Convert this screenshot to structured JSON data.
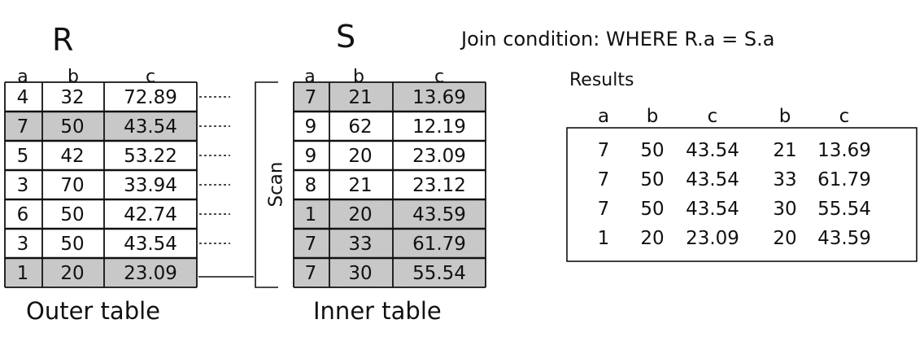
{
  "outer": {
    "title": "R",
    "columns": [
      "a",
      "b",
      "c"
    ],
    "rows": [
      {
        "a": "4",
        "b": "32",
        "c": "72.89",
        "highlight": false
      },
      {
        "a": "7",
        "b": "50",
        "c": "43.54",
        "highlight": true
      },
      {
        "a": "5",
        "b": "42",
        "c": "53.22",
        "highlight": false
      },
      {
        "a": "3",
        "b": "70",
        "c": "33.94",
        "highlight": false
      },
      {
        "a": "6",
        "b": "50",
        "c": "42.74",
        "highlight": false
      },
      {
        "a": "3",
        "b": "50",
        "c": "43.54",
        "highlight": false
      },
      {
        "a": "1",
        "b": "20",
        "c": "23.09",
        "highlight": true
      }
    ],
    "caption": "Outer table"
  },
  "inner": {
    "title": "S",
    "columns": [
      "a",
      "b",
      "c"
    ],
    "rows": [
      {
        "a": "7",
        "b": "21",
        "c": "13.69",
        "highlight": true
      },
      {
        "a": "9",
        "b": "62",
        "c": "12.19",
        "highlight": false
      },
      {
        "a": "9",
        "b": "20",
        "c": "23.09",
        "highlight": false
      },
      {
        "a": "8",
        "b": "21",
        "c": "23.12",
        "highlight": false
      },
      {
        "a": "1",
        "b": "20",
        "c": "43.59",
        "highlight": true
      },
      {
        "a": "7",
        "b": "33",
        "c": "61.79",
        "highlight": true
      },
      {
        "a": "7",
        "b": "30",
        "c": "55.54",
        "highlight": true
      }
    ],
    "caption": "Inner table"
  },
  "scan_label": "Scan",
  "join_condition": "Join condition:  WHERE R.a = S.a",
  "results": {
    "label": "Results",
    "columns": [
      "a",
      "b",
      "c",
      "b",
      "c"
    ],
    "rows": [
      [
        "7",
        "50",
        "43.54",
        "21",
        "13.69"
      ],
      [
        "7",
        "50",
        "43.54",
        "33",
        "61.79"
      ],
      [
        "7",
        "50",
        "43.54",
        "30",
        "55.54"
      ],
      [
        "1",
        "20",
        "23.09",
        "20",
        "43.59"
      ]
    ]
  },
  "colors": {
    "highlight": "#c8c8c8",
    "line": "#111111",
    "background": "#ffffff"
  }
}
